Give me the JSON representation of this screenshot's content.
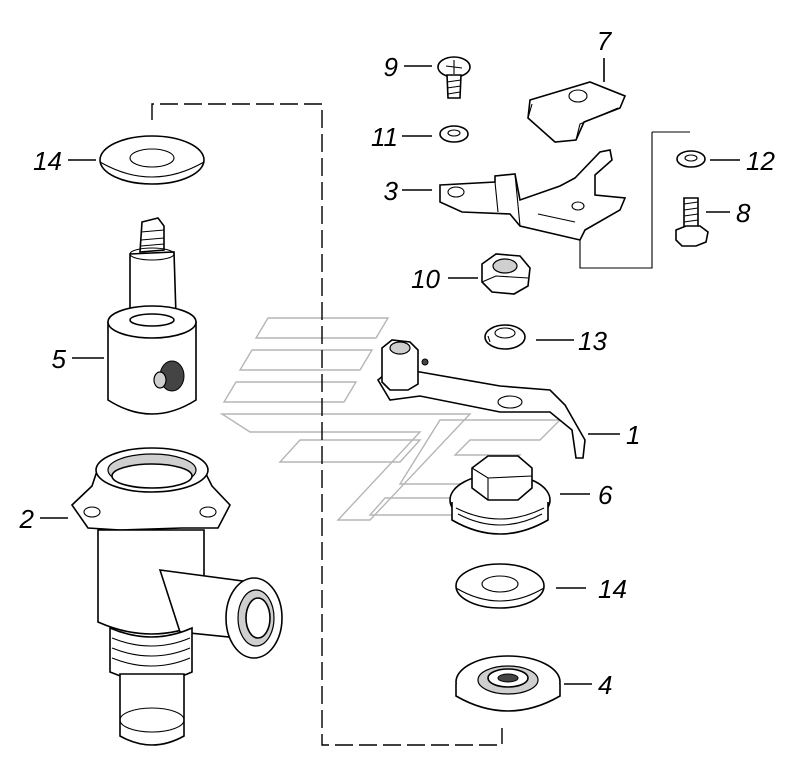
{
  "callouts": {
    "p1": "1",
    "p2": "2",
    "p3": "3",
    "p4": "4",
    "p5": "5",
    "p6": "6",
    "p7": "7",
    "p8": "8",
    "p9": "9",
    "p10": "10",
    "p11": "11",
    "p12": "12",
    "p13": "13",
    "p14a": "14",
    "p14b": "14"
  }
}
